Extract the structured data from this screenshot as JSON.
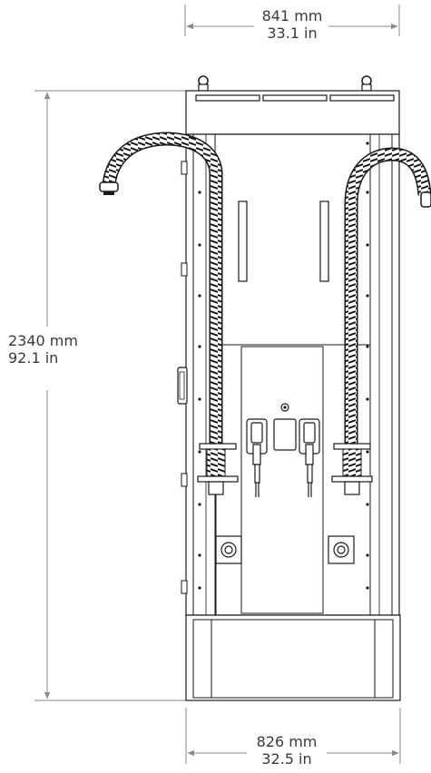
{
  "dimensions": {
    "top_width": {
      "mm": "841 mm",
      "in": "33.1 in"
    },
    "height": {
      "mm": "2340 mm",
      "in": "92.1 in"
    },
    "bottom_width": {
      "mm": "826 mm",
      "in": "32.5 in"
    }
  },
  "colors": {
    "line": "#1a1a1a",
    "dim_line": "#8a8a8a",
    "text": "#3a3a3a"
  }
}
